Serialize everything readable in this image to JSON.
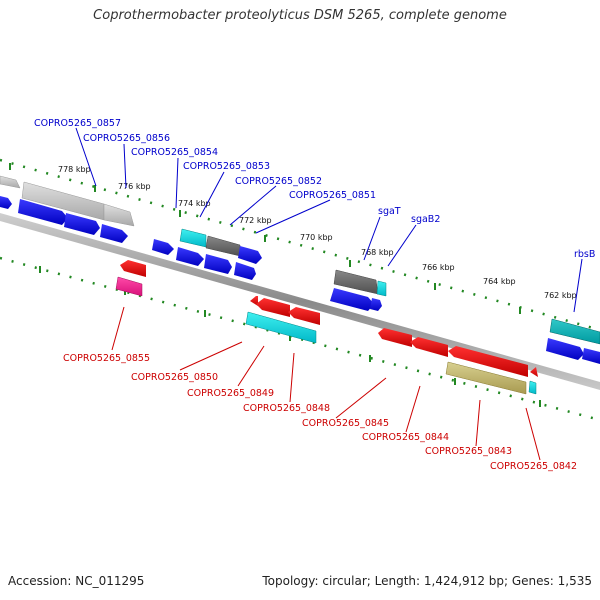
{
  "title": "Coprothermobacter proteolyticus DSM 5265, complete genome",
  "footer": {
    "accession": "Accession: NC_011295",
    "topology": "Topology: circular; Length: 1,424,912 bp; Genes: 1,535"
  },
  "ticks": [
    "778 kbp",
    "776 kbp",
    "774 kbp",
    "772 kbp",
    "770 kbp",
    "768 kbp",
    "766 kbp",
    "764 kbp",
    "762 kbp"
  ],
  "labels_forward": [
    "COPRO5265_0857",
    "COPRO5265_0856",
    "COPRO5265_0854",
    "COPRO5265_0853",
    "COPRO5265_0852",
    "COPRO5265_0851",
    "sgaT",
    "sgaB2",
    "rbsB"
  ],
  "labels_reverse": [
    "COPRO5265_0855",
    "COPRO5265_0850",
    "COPRO5265_0849",
    "COPRO5265_0848",
    "COPRO5265_0845",
    "COPRO5265_0844",
    "COPRO5265_0843",
    "COPRO5265_0842"
  ],
  "colors": {
    "forward_label": "#0000cc",
    "reverse_label": "#cc0000",
    "cds_forward": "#0000dd",
    "cds_reverse": "#dd0000",
    "ticks": "#228822",
    "backbone": "#888888"
  }
}
